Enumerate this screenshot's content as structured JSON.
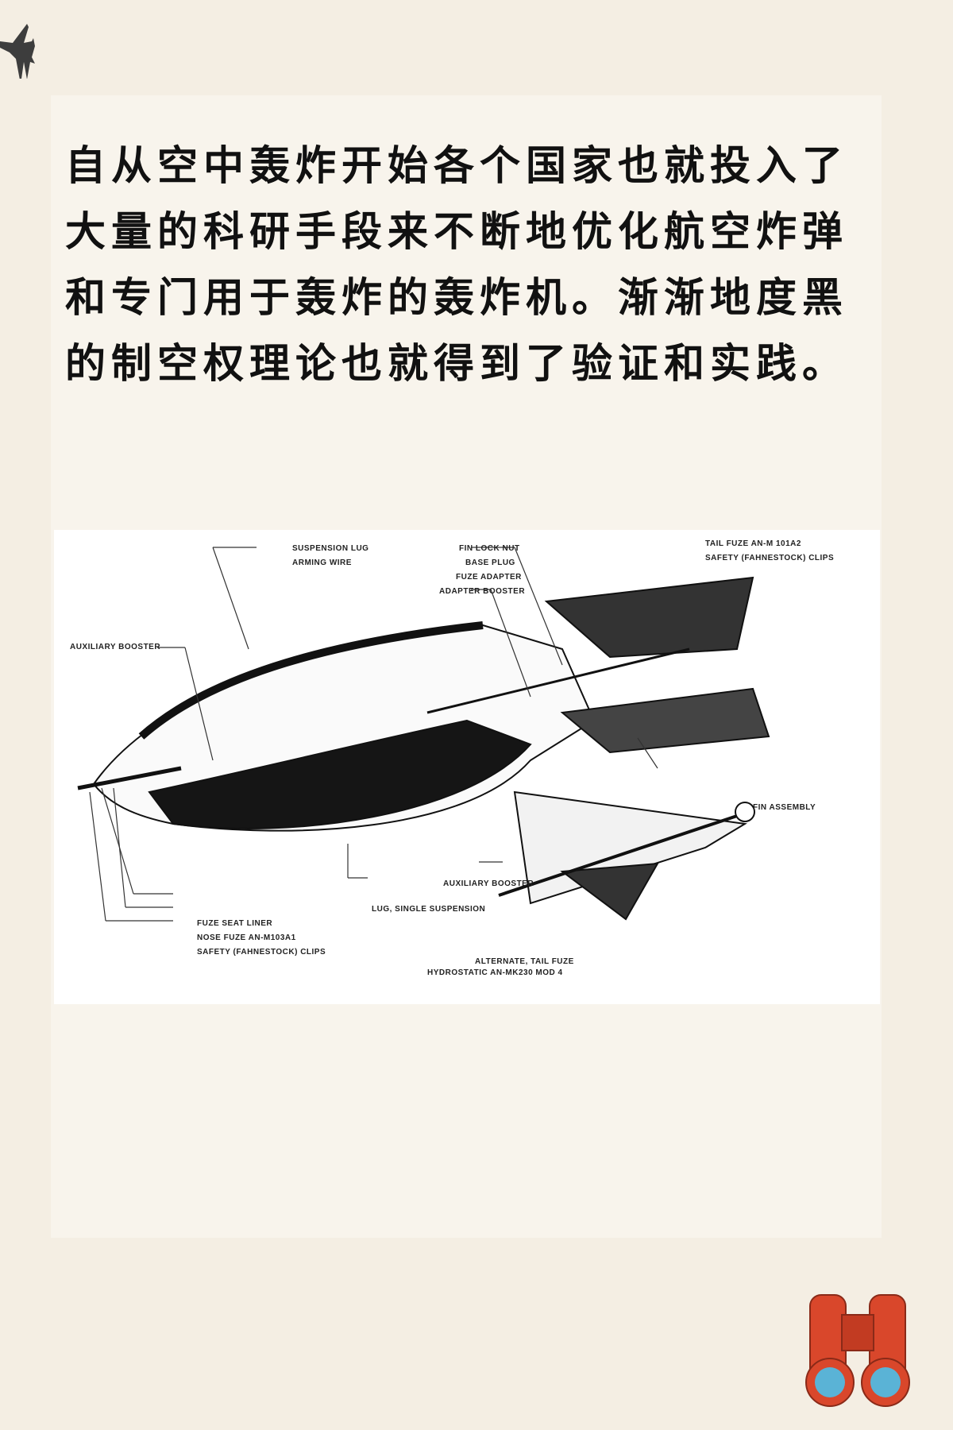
{
  "article": {
    "paragraph": "自从空中轰炸开始各个国家也就投入了大量的科研手段来不断地优化航空炸弹和专门用于轰炸的轰炸机。渐渐地度黑的制空权理论也就得到了验证和实践。"
  },
  "figure": {
    "labels": {
      "suspension_lug": "SUSPENSION LUG",
      "arming_wire": "ARMING WIRE",
      "auxiliary_booster": "AUXILIARY BOOSTER",
      "fin_lock_nut": "FIN LOCK NUT",
      "base_plug": "BASE PLUG",
      "fuze_adapter": "FUZE ADAPTER",
      "adapter_booster": "ADAPTER BOOSTER",
      "tail_fuze": "TAIL FUZE AN-M 101A2",
      "safety_clips_tail": "SAFETY (FAHNESTOCK) CLIPS",
      "fin_assembly": "FIN ASSEMBLY",
      "auxiliary_booster_2": "AUXILIARY BOOSTER",
      "lug_single": "LUG, SINGLE SUSPENSION",
      "fuze_seat_liner": "FUZE SEAT LINER",
      "nose_fuze": "NOSE FUZE AN-M103A1",
      "safety_clips_nose": "SAFETY (FAHNESTOCK) CLIPS",
      "alternate_1": "ALTERNATE, TAIL FUZE",
      "alternate_2": "HYDROSTATIC AN-MK230 MOD 4"
    }
  },
  "colors": {
    "background": "#f4eee3",
    "card": "#f8f4ec",
    "jet": "#3d3d3d",
    "binoculars": "#d9472b",
    "lens": "#5ab3d6"
  },
  "icons": {
    "top_left": "fighter-jet-icon",
    "bottom_right": "binoculars-icon"
  }
}
